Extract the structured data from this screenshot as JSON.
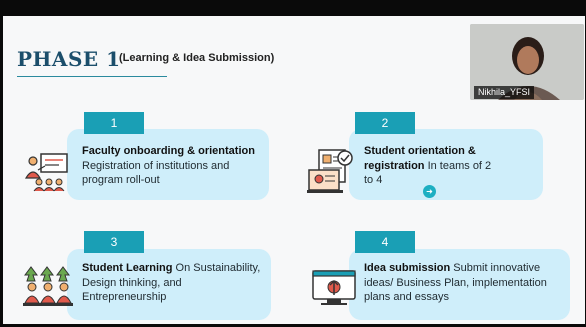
{
  "slide": {
    "title": "PHASE 1",
    "subtitle": "(Learning & Idea Submission)"
  },
  "steps": [
    {
      "number": "1",
      "bold": "Faculty onboarding & orientation",
      "text": " Registration of institutions and program roll-out",
      "icon": "teacher-presenting-icon"
    },
    {
      "number": "2",
      "bold": "Student orientation & registration",
      "text": " In teams of 2 to 4",
      "icon": "registration-form-icon"
    },
    {
      "number": "3",
      "bold": "Student Learning",
      "text": " On Sustainability, Design thinking, and Entrepreneurship",
      "icon": "student-learning-icon"
    },
    {
      "number": "4",
      "bold": "Idea submission",
      "text": " Submit innovative ideas/ Business Plan, implementation plans and essays",
      "icon": "idea-upload-icon"
    }
  ],
  "video": {
    "participant_name": "Nikhila_YFSI"
  },
  "colors": {
    "title": "#1b4e6b",
    "number_box": "#1a9fb5",
    "card": "#cfeefa",
    "background": "#f7f8f9"
  }
}
